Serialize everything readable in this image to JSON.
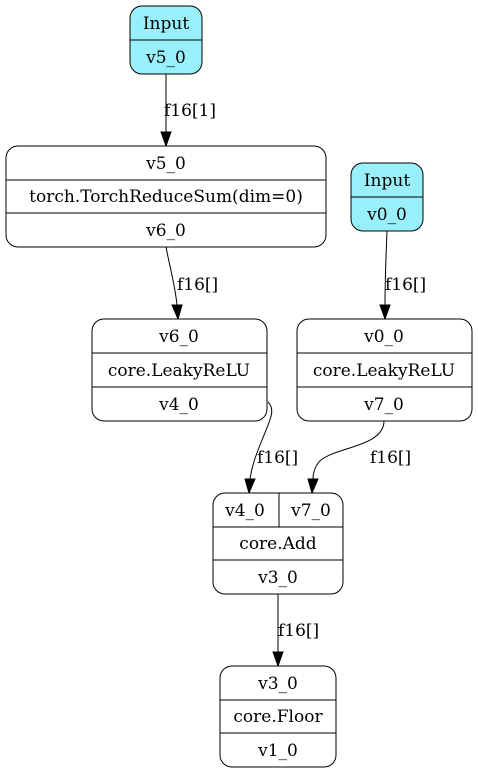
{
  "colors": {
    "input_fill": "#99f0fb",
    "op_fill": "#ffffff",
    "stroke": "#000000"
  },
  "nodes": {
    "input_v5": {
      "title": "Input",
      "value": "v5_0"
    },
    "input_v0": {
      "title": "Input",
      "value": "v0_0"
    },
    "reduce_sum": {
      "input": "v5_0",
      "op": "torch.TorchReduceSum(dim=0)",
      "output": "v6_0"
    },
    "leaky_relu_a": {
      "input": "v6_0",
      "op": "core.LeakyReLU",
      "output": "v4_0"
    },
    "leaky_relu_b": {
      "input": "v0_0",
      "op": "core.LeakyReLU",
      "output": "v7_0"
    },
    "add": {
      "input_a": "v4_0",
      "input_b": "v7_0",
      "op": "core.Add",
      "output": "v3_0"
    },
    "floor": {
      "input": "v3_0",
      "op": "core.Floor",
      "output": "v1_0"
    }
  },
  "edges": {
    "input_v5_to_reduce": "f16[1]",
    "reduce_to_relu_a": "f16[]",
    "input_v0_to_relu_b": "f16[]",
    "relu_a_to_add": "f16[]",
    "relu_b_to_add": "f16[]",
    "add_to_floor": "f16[]"
  }
}
